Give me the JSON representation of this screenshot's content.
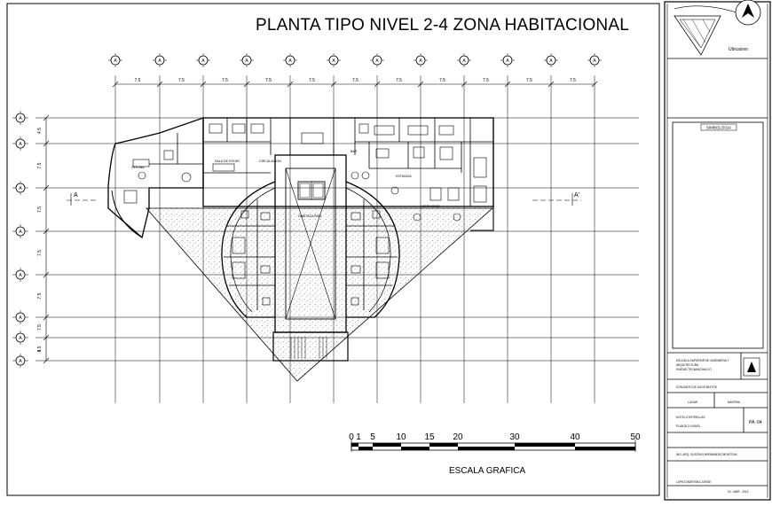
{
  "title": "PLANTA TIPO NIVEL 2-4 ZONA HABITACIONAL",
  "axis_bubble_letter": "A",
  "top_dimensions": [
    "7.5",
    "7.5",
    "7.5",
    "7.5",
    "7.5",
    "7.5",
    "7.5",
    "7.5",
    "7.5",
    "7.5",
    "7.5"
  ],
  "left_dimensions": [
    "4.5",
    "7.5",
    "7.5",
    "7.5",
    "7.5",
    "7.5",
    "3.5",
    "4"
  ],
  "section_marks": {
    "left": "A",
    "right": "A'"
  },
  "scale": {
    "label": "ESCALA GRAFICA",
    "ticks": [
      "0",
      "1",
      "5",
      "10",
      "15",
      "20",
      "30",
      "40",
      "50"
    ]
  },
  "right_panel": {
    "location_label": "Ubicacion",
    "symbology_label": "SIMBOLOGIA",
    "school_line1": "ESCUELA SUPERIOR DE INGENIERIA Y",
    "school_line2": "ARQUITECTURA",
    "school_line3": "UNIDAD TECAMACHALCO",
    "project_label": "CONJUNTO DE USOS MIXTOS",
    "field_a": "LUGAR",
    "field_b": "MATERIA",
    "sheet_title": "HOTEL 5 ESTRELLAS",
    "sheet_subtitle": "PLANTA 2-4 NIVEL",
    "sheet_code": "PA -04",
    "advisor": "ING. ARQ. GUSTAVO HERNANDEZ MONTOYA",
    "student": "LOPEZ MARTINEZ JORGE",
    "date": "00 - MAR - 2013"
  },
  "room_labels": {
    "lobby_sala": "SALA DE ESTAR",
    "corridor": "CIRCULACION",
    "lounge": "ESTANCIA",
    "bar": "BAR",
    "services": "SERVICIOS",
    "rooms": "HABITACIONES",
    "office": "OFICINA"
  }
}
